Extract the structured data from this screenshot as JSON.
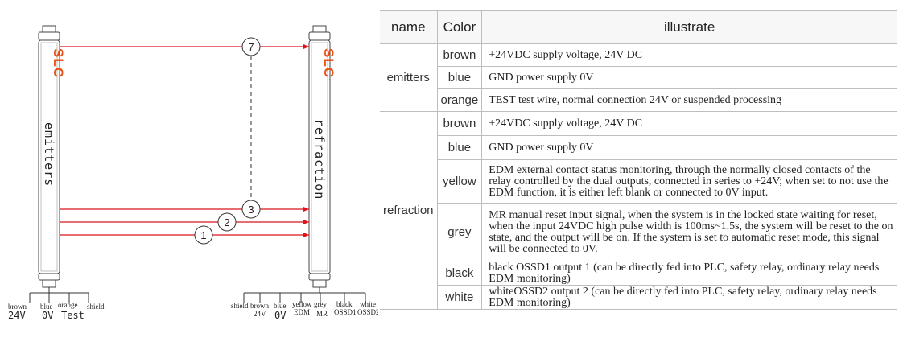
{
  "diagram": {
    "logo": "SLC",
    "left_unit_label": "emitters",
    "right_unit_label": "refraction",
    "circle_labels": [
      "7",
      "3",
      "2",
      "1"
    ],
    "colors": {
      "red_line": "#d9161e",
      "logo": "#e8541c"
    },
    "left_wires": [
      {
        "name": "brown",
        "value": "24V"
      },
      {
        "name": "blue",
        "value": "0V"
      },
      {
        "name": "orange",
        "value": "Test"
      },
      {
        "name": "shield",
        "value": ""
      }
    ],
    "right_wires": [
      {
        "name": "shield",
        "value": ""
      },
      {
        "name": "brown",
        "value": "24V"
      },
      {
        "name": "blue",
        "value": "0V"
      },
      {
        "name": "yellow",
        "value": "EDM"
      },
      {
        "name": "grey",
        "value": "MR"
      },
      {
        "name": "black",
        "value": "OSSD1"
      },
      {
        "name": "white",
        "value": "OSSD2"
      }
    ]
  },
  "table": {
    "headers": {
      "name": "name",
      "color": "Color",
      "desc": "illustrate"
    },
    "groups": [
      {
        "name": "emitters",
        "rows": [
          {
            "color": "brown",
            "desc": "+24VDC supply voltage, 24V DC"
          },
          {
            "color": "blue",
            "desc": "GND power supply 0V"
          },
          {
            "color": "orange",
            "desc": "TEST test wire, normal connection 24V or suspended processing"
          }
        ]
      },
      {
        "name": "refraction",
        "rows": [
          {
            "color": "brown",
            "desc": "+24VDC supply voltage, 24V DC"
          },
          {
            "color": "blue",
            "desc": "GND power supply 0V"
          },
          {
            "color": "yellow",
            "desc": "EDM external contact status monitoring, through the normally closed contacts of the relay controlled by the dual outputs, connected in series to +24V; when set to not use the EDM function, it is either left blank or connected to 0V input."
          },
          {
            "color": "grey",
            "desc": "MR manual reset input signal, when the system is in the locked state waiting for reset, when the input 24VDC high pulse width is 100ms~1.5s, the system will be reset to the on state, and the output will be on. If the system is set to automatic reset mode, this signal will be connected to 0V."
          },
          {
            "color": "black",
            "desc": "black OSSD1 output 1 (can be directly fed into PLC, safety relay, ordinary relay needs EDM monitoring)"
          },
          {
            "color": "white",
            "desc": "whiteOSSD2 output 2 (can be directly fed into PLC, safety relay, ordinary relay needs EDM monitoring)"
          }
        ]
      }
    ]
  }
}
